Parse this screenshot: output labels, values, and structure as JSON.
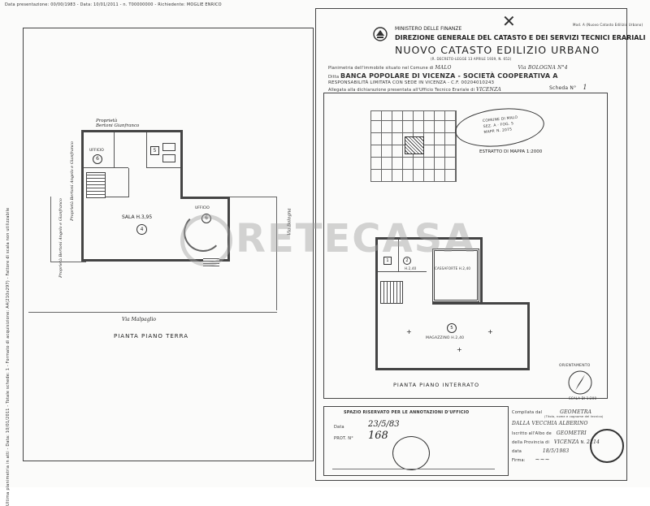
{
  "left_page": {
    "top_strip_text": "Data presentazione: 00/00/1983 - Data: 10/01/2011 - n. T00000000 - Richiedente: MOGLIE ENRICO",
    "side_strip_text": "Ultima planimetria in atti - Data: 10/01/2011 - Totale schede: 1 - Formato di acquisizione: A4(210x297) - Fattore di scala non utilizzabile",
    "neighbor_top": "Proprietà\nBertoni Gianfranco",
    "neighbor_side_right": "Proprietà\nBertoni Angelo e Gianfranco",
    "neighbor_side_left": "Proprietà\nBertoni Angelo e Gianfranco",
    "street_right": "Via Bologna",
    "street_bottom": "Via   Malpaglio",
    "room_office1": "UFFICIO",
    "room_office1_num": "6",
    "room_wc_num": "5",
    "room_hall": "SALA H.3,95",
    "room_hall_num": "4",
    "room_office2": "UFFICIO",
    "room_office2_num": "6",
    "plan_title": "PIANTA  PIANO  TERRA"
  },
  "right_page": {
    "corner_note": "Mod. A (Nuovo Catasto Edilizio Urbano)",
    "ministry": "MINISTERO DELLE FINANZE",
    "directorate": "DIREZIONE GENERALE DEL CATASTO E DEI SERVIZI TECNICI ERARIALI",
    "title": "NUOVO CATASTO EDILIZIO URBANO",
    "subtitle": "(R. DECRETO-LEGGE 13 APRILE 1939, N. 652)",
    "line1_prefix": "Planimetria dell'immobile situato nel Comune di",
    "line1_comune": "MALO",
    "line1_via": "Via BOLOGNA N°4",
    "line2_prefix": "Ditta",
    "line2_ditta": "BANCA POPOLARE DI VICENZA - SOCIETÀ COOPERATIVA A",
    "line3": "RESPONSABILITÀ LIMITATA CON SEDE IN VICENZA - C.F. 00204010243",
    "line4_prefix": "Allegata alla dichiarazione presentata all'Ufficio Tecnico Erariale di",
    "line4_city": "VICENZA",
    "scheda_label": "Scheda N°",
    "scheda_num": "1",
    "stamp_line1": "COMUNE DI MALO",
    "stamp_line2": "SEZ. A - FOG. 5",
    "stamp_line3": "MAPP. N. 2075",
    "map_caption": "ESTRATTO DI MAPPA 1:2000",
    "room_1": "1",
    "room_2": "2",
    "room_h": "H.2,40",
    "room_cassaforte": "CASSAFORTE H.2,40",
    "room_magazzino": "MAGAZZINO H.2,40",
    "room_magazzino_num": "5",
    "plan_title": "PIANTA  PIANO  INTERRATO",
    "orientation": "ORIENTAMENTO",
    "scale": "SCALA DI 1:200",
    "reserved_title": "SPAZIO RISERVATO PER LE ANNOTAZIONI D'UFFICIO",
    "date_label": "Data",
    "date_value": "23/5/83",
    "prot_label": "PROT. N°",
    "prot_value": "168",
    "compiled_label": "Compilata dal",
    "compiled_value": "GEOMETRA",
    "compiled_hint": "(Titolo, nome e cognome del tecnico)",
    "name_value": "DALLA VECCHIA ALBERINO",
    "albo_label": "Iscritto all'Albo de",
    "albo_value": "GEOMETRI",
    "prov_label": "della Provincia di",
    "prov_value": "VICENZA",
    "n_label": "N.",
    "n_value": "2214",
    "data_label": "data",
    "data_value": "18/5/1983",
    "firma_label": "Firma:"
  },
  "watermark": "RETECASA"
}
